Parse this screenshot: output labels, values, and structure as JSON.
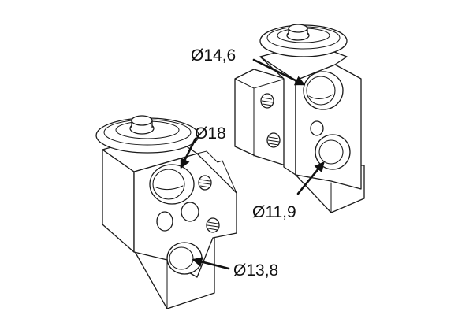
{
  "diagram": {
    "labels": {
      "left_top_port": "Ø18",
      "left_bottom_port": "Ø13,8",
      "right_top_port": "Ø14,6",
      "right_bottom_port": "Ø11,9"
    },
    "colors": {
      "line": "#1a1a1a",
      "background": "#ffffff"
    }
  }
}
